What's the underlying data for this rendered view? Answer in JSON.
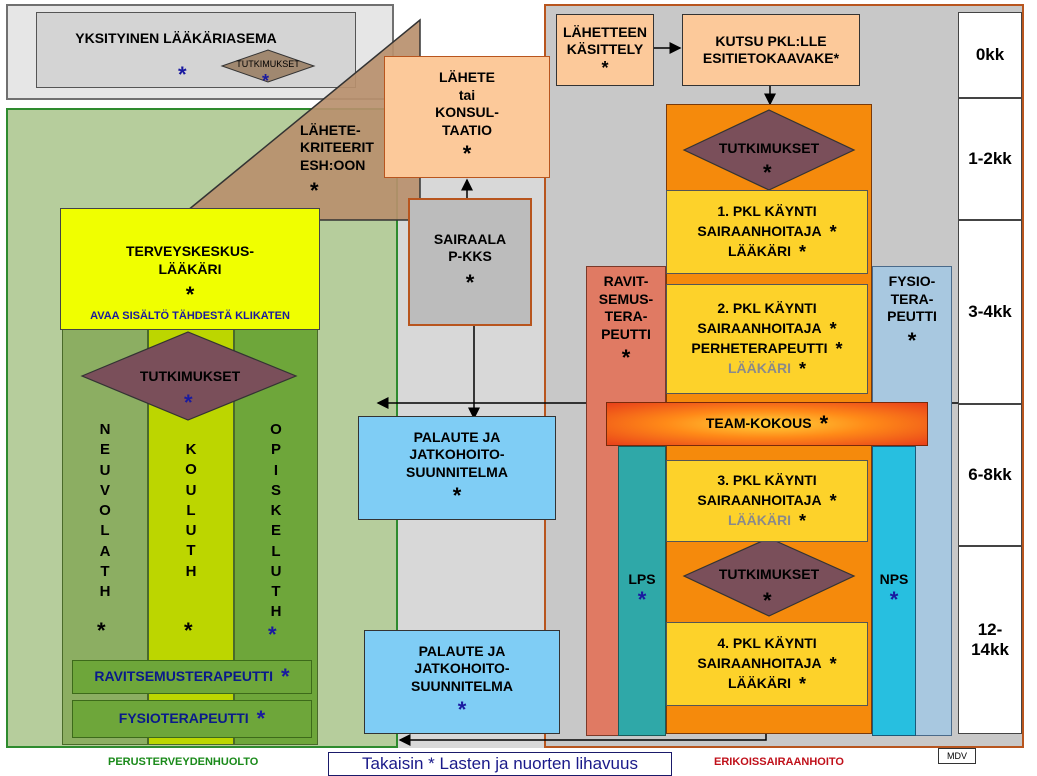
{
  "private": {
    "title": "YKSITYINEN LÄÄKÄRIASEMA",
    "star": "*",
    "exam": "TUTKIMUKSET",
    "exam_star": "*"
  },
  "criteria": {
    "text": "LÄHETE-\nKRITEERIT\nESH:OON",
    "star": "*"
  },
  "referral": {
    "text": "LÄHETE\ntai\nKONSUL-\nTAATIO",
    "star": "*"
  },
  "hospital": {
    "text": "SAIRAALA\nP-KKS",
    "star": "*"
  },
  "hc_doctor": {
    "text": "TERVEYSKESKUS-\nLÄÄKÄRI",
    "star": "*",
    "link": "AVAA SISÄLTÖ TÄHDESTÄ KLIKATEN"
  },
  "primary_exam": {
    "label": "TUTKIMUKSET",
    "star": "*"
  },
  "columns": [
    {
      "letters": [
        "N",
        "E",
        "U",
        "V",
        "O",
        "L",
        "A",
        "T",
        "H"
      ],
      "star": "*"
    },
    {
      "letters": [
        "K",
        "O",
        "U",
        "L",
        "U",
        "T",
        "H"
      ],
      "star": "*"
    },
    {
      "letters": [
        "O",
        "P",
        "I",
        "S",
        "K",
        "E",
        "L",
        "U",
        "T",
        "H"
      ],
      "star": "*"
    }
  ],
  "primary_bars": [
    {
      "label": "RAVITSEMUSTERAPEUTTI",
      "star": "*"
    },
    {
      "label": "FYSIOTERAPEUTTI",
      "star": "*"
    }
  ],
  "feedback1": {
    "text": "PALAUTE JA\nJATKOHOITO-\nSUUNNITELMA",
    "star": "*"
  },
  "feedback2": {
    "text": "PALAUTE JA\nJATKOHOITO-\nSUUNNITELMA",
    "star": "*"
  },
  "ref_handling": {
    "text": "LÄHETTEEN\nKÄSITTELY",
    "star": "*"
  },
  "invite": {
    "text": "KUTSU PKL:LLE\nESITIETOKAAVAKE*"
  },
  "spec_exam1": {
    "label": "TUTKIMUKSET",
    "star": "*"
  },
  "visit1": {
    "lines": [
      "1. PKL KÄYNTI",
      "SAIRAANHOITAJA",
      "LÄÄKÄRI"
    ],
    "stars": [
      "",
      "*",
      "*"
    ]
  },
  "visit2": {
    "lines": [
      "2. PKL KÄYNTI",
      "SAIRAANHOITAJA",
      "PERHETERAPEUTTI",
      "LÄÄKÄRI"
    ],
    "stars": [
      "",
      "*",
      "*",
      "*"
    ]
  },
  "team": {
    "label": "TEAM-KOKOUS",
    "star": "*"
  },
  "visit3": {
    "lines": [
      "3. PKL KÄYNTI",
      "SAIRAANHOITAJA",
      "LÄÄKÄRI"
    ],
    "stars": [
      "",
      "*",
      "*"
    ]
  },
  "spec_exam2": {
    "label": "TUTKIMUKSET",
    "star": "*"
  },
  "visit4": {
    "lines": [
      "4. PKL KÄYNTI",
      "SAIRAANHOITAJA",
      "LÄÄKÄRI"
    ],
    "stars": [
      "",
      "*",
      "*"
    ]
  },
  "nutrition": {
    "text": "RAVIT-\nSEMUS-\nTERA-\nPEUTTI",
    "star": "*"
  },
  "physio": {
    "text": "FYSIO-\nTERA-\nPEUTTI",
    "star": "*"
  },
  "lps": {
    "label": "LPS",
    "star": "*"
  },
  "nps": {
    "label": "NPS",
    "star": "*"
  },
  "timeline": [
    "0kk",
    "1-2kk",
    "3-4kk",
    "6-8kk",
    "12-\n14kk"
  ],
  "footer": {
    "primary": "PERUSTERVEYDENHUOLTO",
    "back": "Takaisin * Lasten ja nuorten lihavuus",
    "specialist": "ERIKOISSAIRAANHOITO",
    "mdv": "MDV"
  },
  "colors": {
    "primary_bg": "#b6cd9c",
    "primary_border": "#2e8b2e",
    "doctor_yellow": "#f0ff00",
    "diamond": "#7a4f5a",
    "peach": "#fcc99a",
    "light_blue": "#7fcdf5",
    "orange": "#f58a0c",
    "gold": "#fdd22a",
    "salmon": "#e07a63",
    "teal": "#2fa8a8",
    "cyan": "#27bfe0",
    "specialist_border": "#b8551e",
    "gray": "#c8c8c8"
  }
}
